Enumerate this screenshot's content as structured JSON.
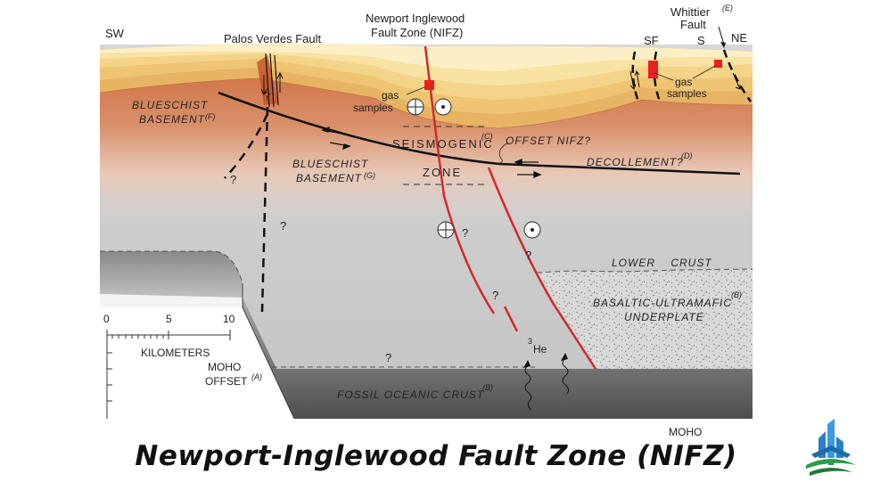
{
  "labels": {
    "sw": "SW",
    "ne": "NE",
    "palos_verdes": "Palos Verdes Fault",
    "nifz_line1": "Newport Inglewood",
    "nifz_line2": "Fault Zone (NIFZ)",
    "whittier_line1": "Whittier",
    "whittier_sup": "(E)",
    "whittier_line2": "Fault",
    "sf": "SF",
    "s": "S",
    "gas_samples_1a": "gas",
    "gas_samples_1b": "samples",
    "gas_samples_2a": "gas",
    "gas_samples_2b": "samples",
    "blueschist_f_1": "BLUESCHIST",
    "blueschist_f_2": "BASEMENT",
    "blueschist_f_sup": "(F)",
    "seismogenic": "SEISMOGENIC",
    "seismogenic_sup": "(C)",
    "zone": "ZONE",
    "offset_nifz": "OFFSET NIFZ?",
    "decollement": "DECOLLEMENT?",
    "decollement_sup": "(D)",
    "blueschist_g_1": "BLUESCHIST",
    "blueschist_g_2": "BASEMENT",
    "blueschist_g_sup": "(G)",
    "lower_crust": "LOWER    CRUST",
    "basaltic_1": "BASALTIC-ULTRAMAFIC",
    "basaltic_sup": "(B)",
    "basaltic_2": "UNDERPLATE",
    "scale_0": "0",
    "scale_5": "5",
    "scale_10": "10",
    "kilometers": "KILOMETERS",
    "moho_offset_1": "MOHO",
    "moho_offset_2": "OFFSET",
    "moho_offset_sup": "(A)",
    "helium_sup": "3",
    "helium": "He",
    "fossil_crust": "FOSSIL OCEANIC CRUST",
    "fossil_sup": "(B)",
    "moho": "MOHO",
    "q": "?"
  },
  "caption": "Newport-Inglewood Fault Zone (NIFZ)",
  "colors": {
    "fault_red": "#d22a2a",
    "sample_red": "#e8201e",
    "fault_black": "#111111",
    "sediment_top": "#fbe9b0",
    "sediment_mid": "#f2c86a",
    "basement": "#c8643a",
    "crust_gray": "#c8c8c8",
    "oceanic_dark": "#6a6a6a"
  },
  "icons": {
    "logo": "building-house-logo-icon"
  }
}
